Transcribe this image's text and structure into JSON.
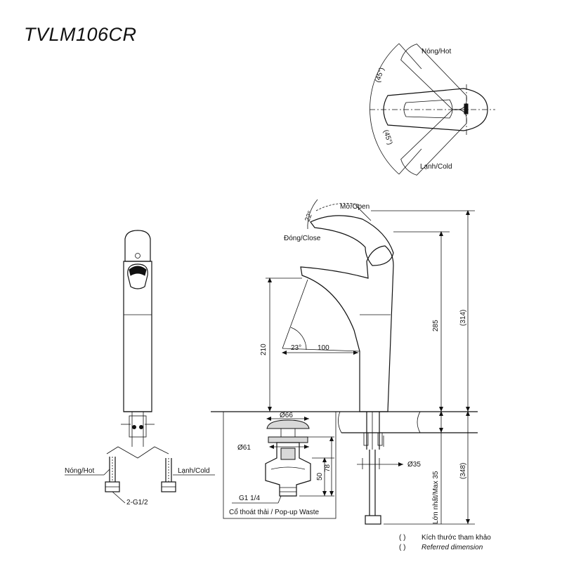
{
  "title": "TVLM106CR",
  "top_view": {
    "hot_label": "Nóng/Hot",
    "cold_label": "Lạnh/Cold",
    "angle_top": "(45°)",
    "angle_bottom": "(45°)"
  },
  "front_view": {
    "hot_label": "Nóng/Hot",
    "cold_label": "Lạnh/Cold",
    "thread_label": "2-G1/2"
  },
  "side_view": {
    "open_label": "Mở/Open",
    "close_label": "Đóng/Close",
    "lever_angle": "22°",
    "spout_angle": "23°",
    "reach": "100",
    "spout_height": "210",
    "body_height": "285",
    "total_height": "(314)",
    "max_thickness": "Lớn nhất/Max 35",
    "below_deck": "(348)",
    "hole_diameter": "Ø35"
  },
  "waste": {
    "cap_diameter": "Ø66",
    "body_diameter": "Ø61",
    "height_50": "50",
    "height_78": "78",
    "thread": "G1 1/4",
    "caption": "Cổ thoát thải / Pop-up Waste"
  },
  "legend": {
    "paren": "(        )",
    "vi": "Kích thước tham khảo",
    "en": "Referred dimension"
  }
}
